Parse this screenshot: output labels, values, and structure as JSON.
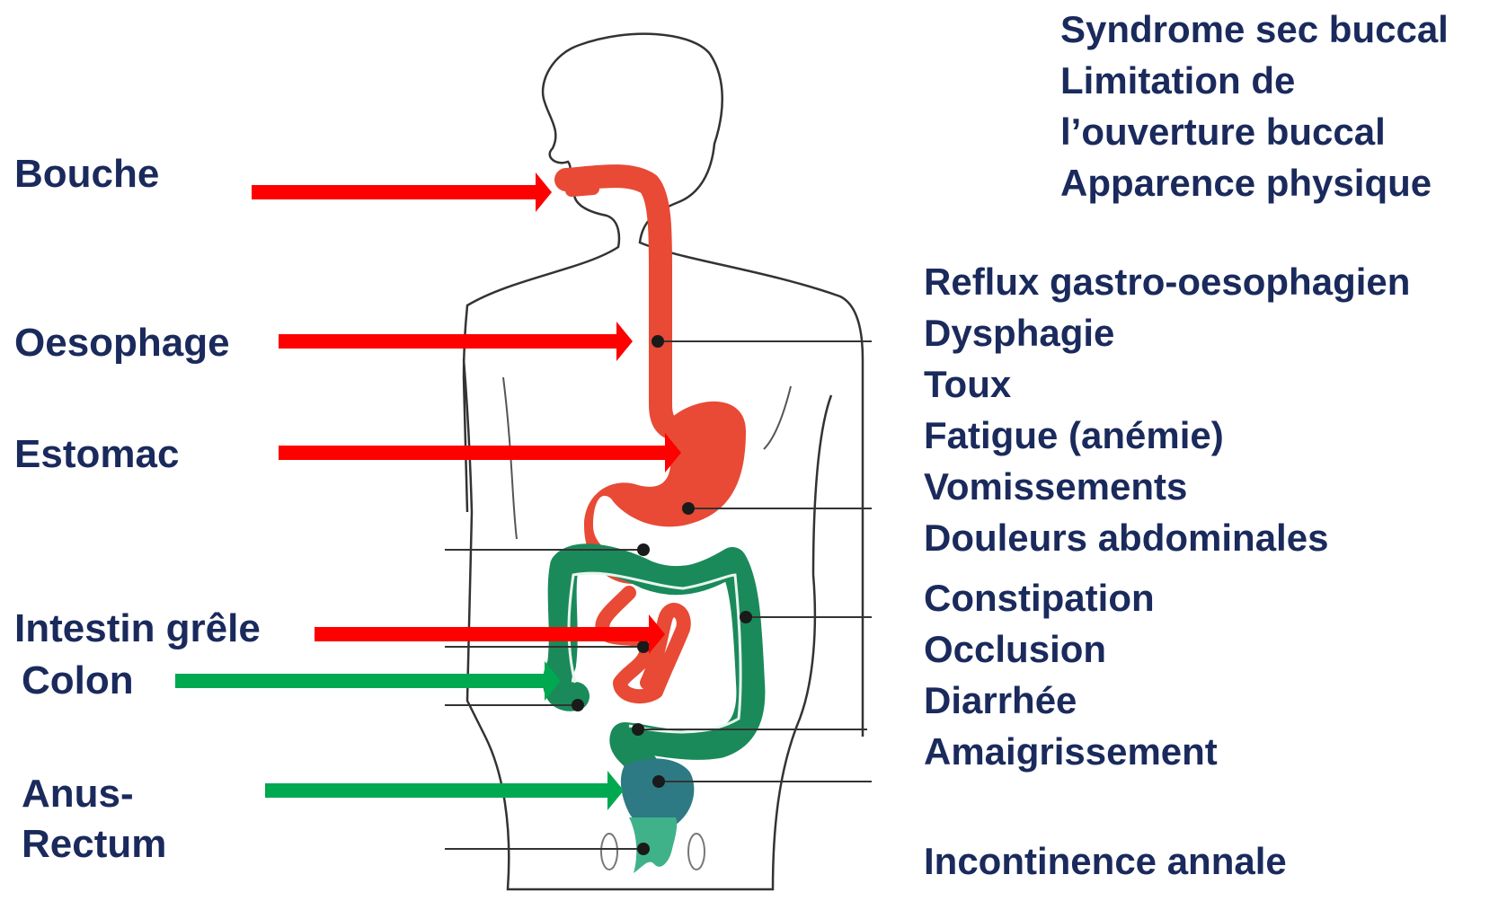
{
  "organs": {
    "bouche": "Bouche",
    "oesophage": "Oesophage",
    "estomac": "Estomac",
    "intestin": "Intestin grêle",
    "colon": "Colon",
    "anus_line1": "Anus-",
    "anus_line2": "Rectum"
  },
  "symptoms": {
    "mouth": [
      "Syndrome sec buccal",
      "Limitation de",
      "l’ouverture buccal",
      "Apparence physique"
    ],
    "upper_gi": [
      "Reflux gastro-oesophagien",
      "Dysphagie",
      "Toux",
      "Fatigue (anémie)",
      "Vomissements",
      "Douleurs abdominales"
    ],
    "lower_gi": [
      "Constipation",
      "Occlusion",
      "Diarrhée",
      "Amaigrissement"
    ],
    "anal": "Incontinence annale"
  },
  "colors": {
    "text": "#1a2a5c",
    "arrow_upper": "#ff0000",
    "arrow_lower": "#00a84f",
    "upper_tract": "#e84a35",
    "colon": "#1a8a5a",
    "rectum": "#2e7a84"
  }
}
